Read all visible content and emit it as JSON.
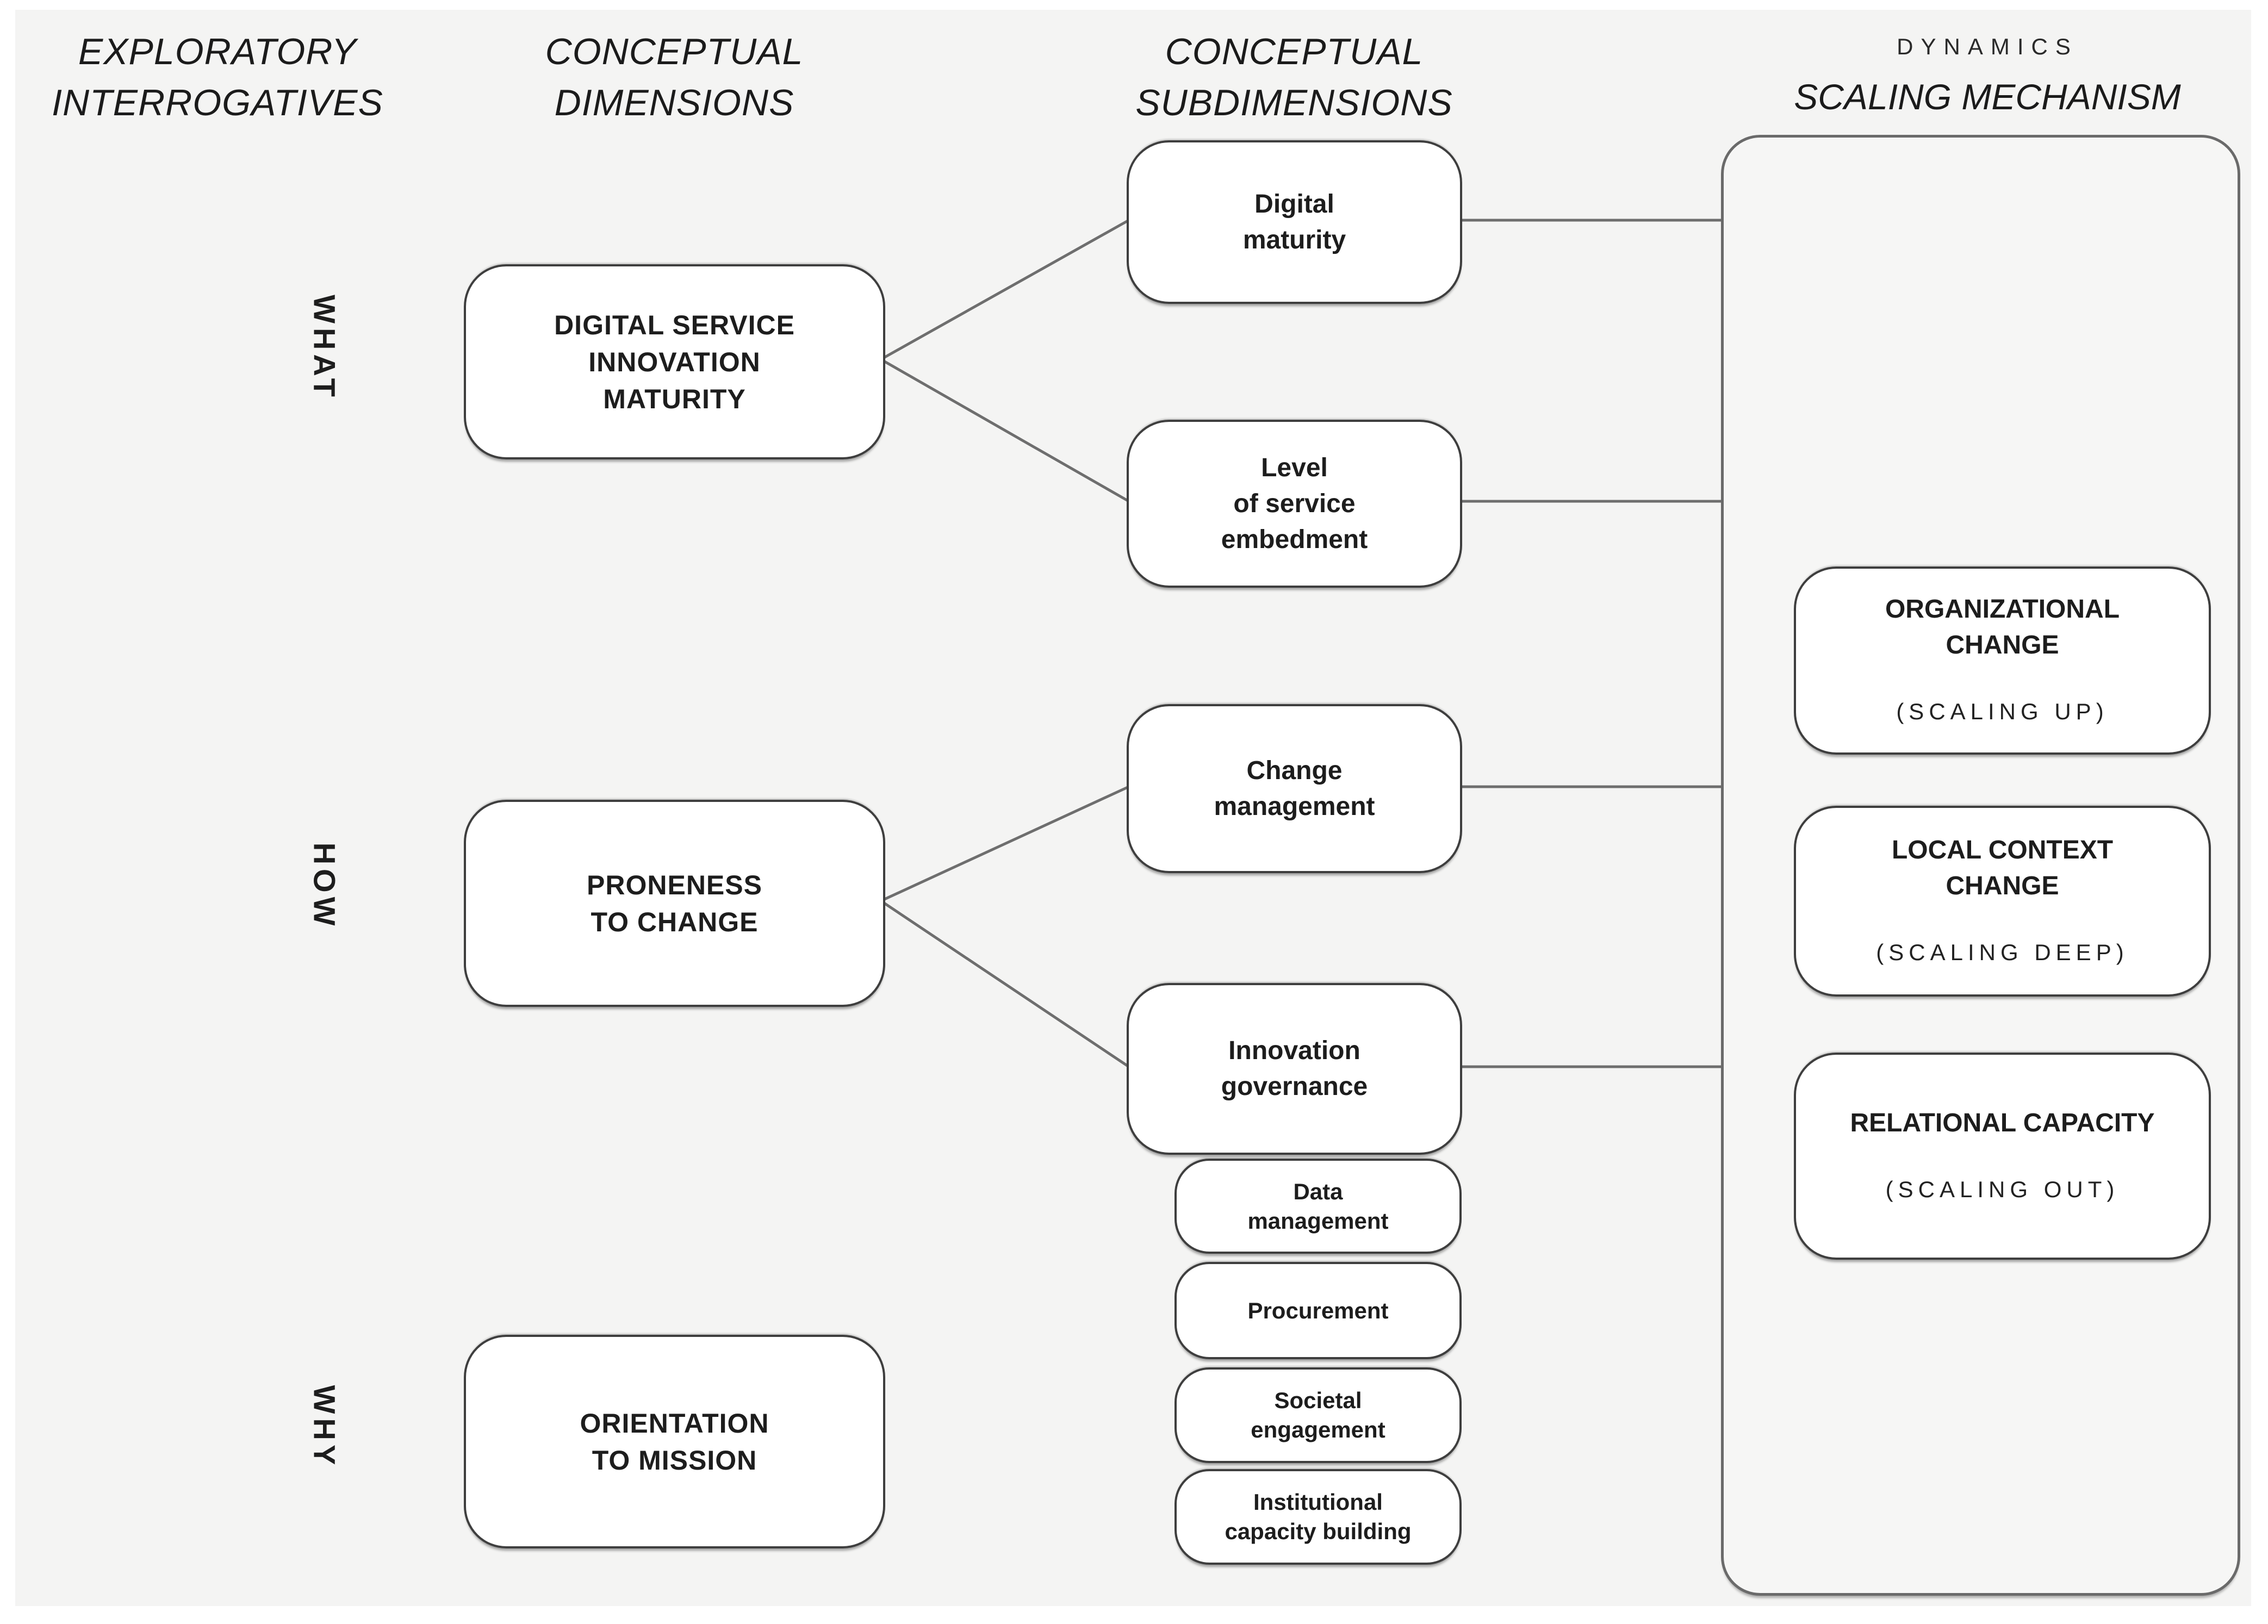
{
  "figure": {
    "headers": {
      "interrogatives": "EXPLORATORY\nINTERROGATIVES",
      "dimensions": "CONCEPTUAL\nDIMENSIONS",
      "subdimensions": "CONCEPTUAL\nSUBDIMENSIONS",
      "dynamics": "DYNAMICS",
      "scaling_mechanism": "SCALING MECHANISM"
    },
    "interrogatives": {
      "what": "WHAT",
      "how": "HOW",
      "why": "WHY"
    },
    "dimensions": {
      "digital_service": "DIGITAL SERVICE\nINNOVATION\nMATURITY",
      "proneness": "PRONENESS\nTO CHANGE",
      "orientation": "ORIENTATION\nTO MISSION"
    },
    "subdimensions": {
      "digital_maturity": "Digital\nmaturity",
      "service_embedment": "Level\nof service\nembedment",
      "change_management": "Change\nmanagement",
      "innovation_governance": "Innovation\ngovernance"
    },
    "governance_items": [
      "Data\nmanagement",
      "Procurement",
      "Societal\nengagement",
      "Institutional\ncapacity building"
    ],
    "scaling_mechanisms": [
      {
        "title": "ORGANIZATIONAL\nCHANGE",
        "subtitle": "(SCALING UP)"
      },
      {
        "title": "LOCAL CONTEXT\nCHANGE",
        "subtitle": "(SCALING DEEP)"
      },
      {
        "title": "RELATIONAL CAPACITY",
        "subtitle": "(SCALING OUT)"
      }
    ],
    "colors": {
      "background": "#f4f4f3",
      "box_border": "#3e3e3e",
      "container_border": "#6a6a6a",
      "connector_line": "#6e6e6e",
      "text": "#1d1d1d"
    }
  }
}
